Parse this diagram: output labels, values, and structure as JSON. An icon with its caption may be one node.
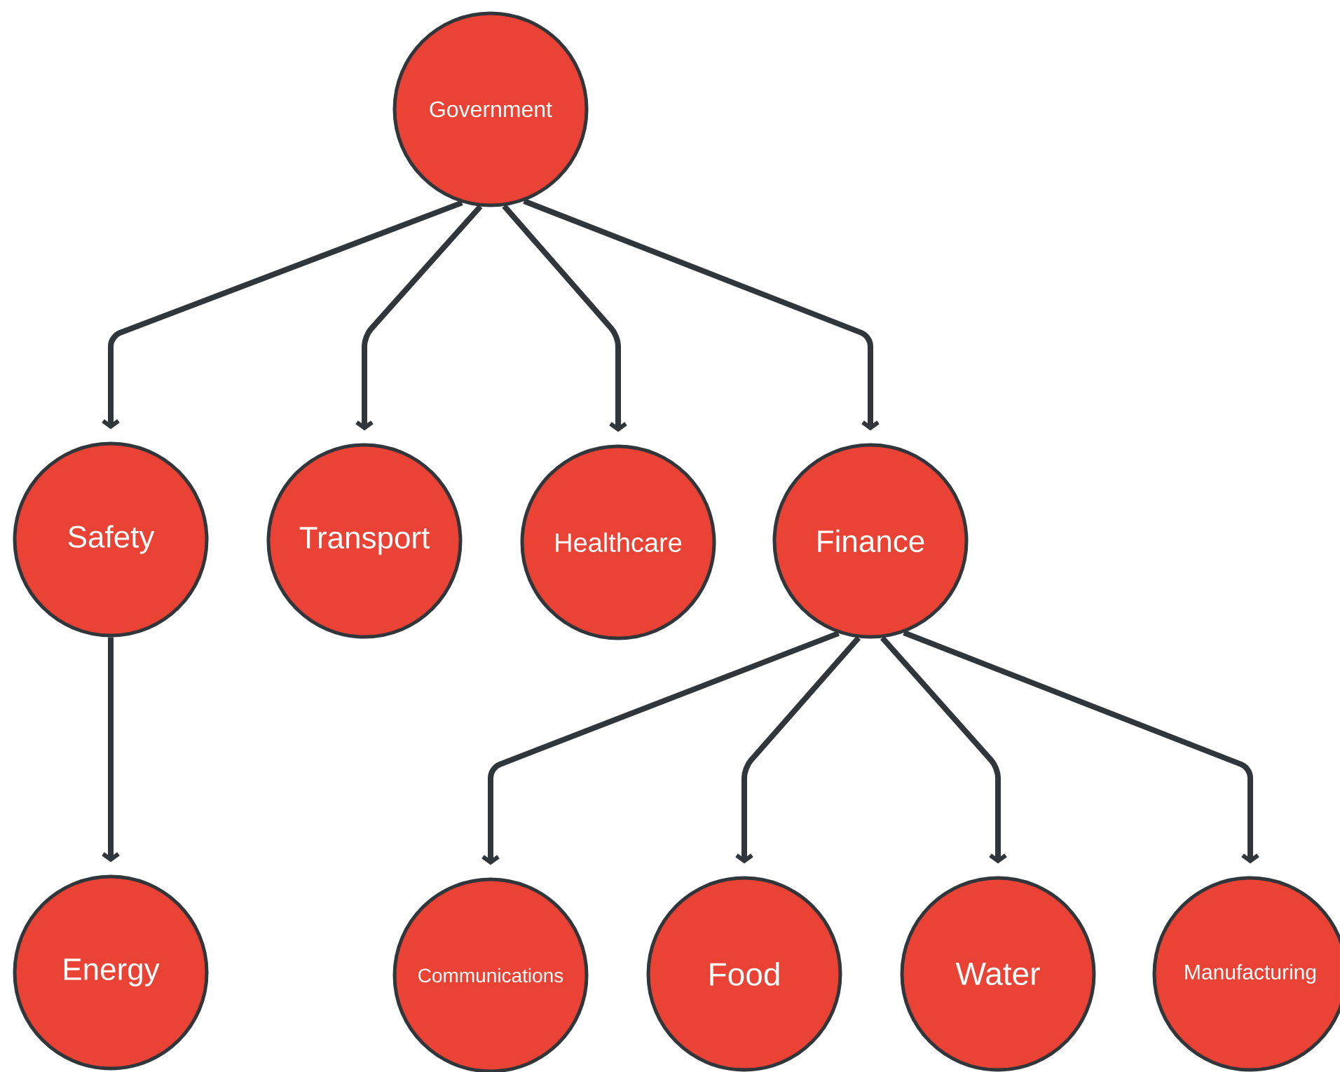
{
  "diagram": {
    "nodes": [
      {
        "text": [
          "Government"
        ]
      },
      {
        "text": [
          "Safety"
        ]
      },
      {
        "text": [
          "Transport"
        ]
      },
      {
        "text": [
          "Healthcare"
        ]
      },
      {
        "text": [
          "Finance"
        ]
      },
      {
        "text": [
          "Energy"
        ]
      },
      {
        "text": [
          "Communications"
        ]
      },
      {
        "text": [
          "Food"
        ]
      },
      {
        "text": [
          "Water"
        ]
      },
      {
        "text": [
          "Manufacturing"
        ]
      }
    ],
    "edges": [
      {
        "from": 0,
        "to": 1,
        "arrow": "to"
      },
      {
        "from": 0,
        "to": 2,
        "arrow": "to"
      },
      {
        "from": 0,
        "to": 3,
        "arrow": "to"
      },
      {
        "from": 0,
        "to": 4,
        "arrow": "to"
      },
      {
        "from": 1,
        "to": 5,
        "arrow": "to"
      },
      {
        "from": 4,
        "to": 6,
        "arrow": "to"
      },
      {
        "from": 4,
        "to": 7,
        "arrow": "to"
      },
      {
        "from": 4,
        "to": 8,
        "arrow": "to"
      },
      {
        "from": 4,
        "to": 9,
        "arrow": "to"
      }
    ]
  }
}
